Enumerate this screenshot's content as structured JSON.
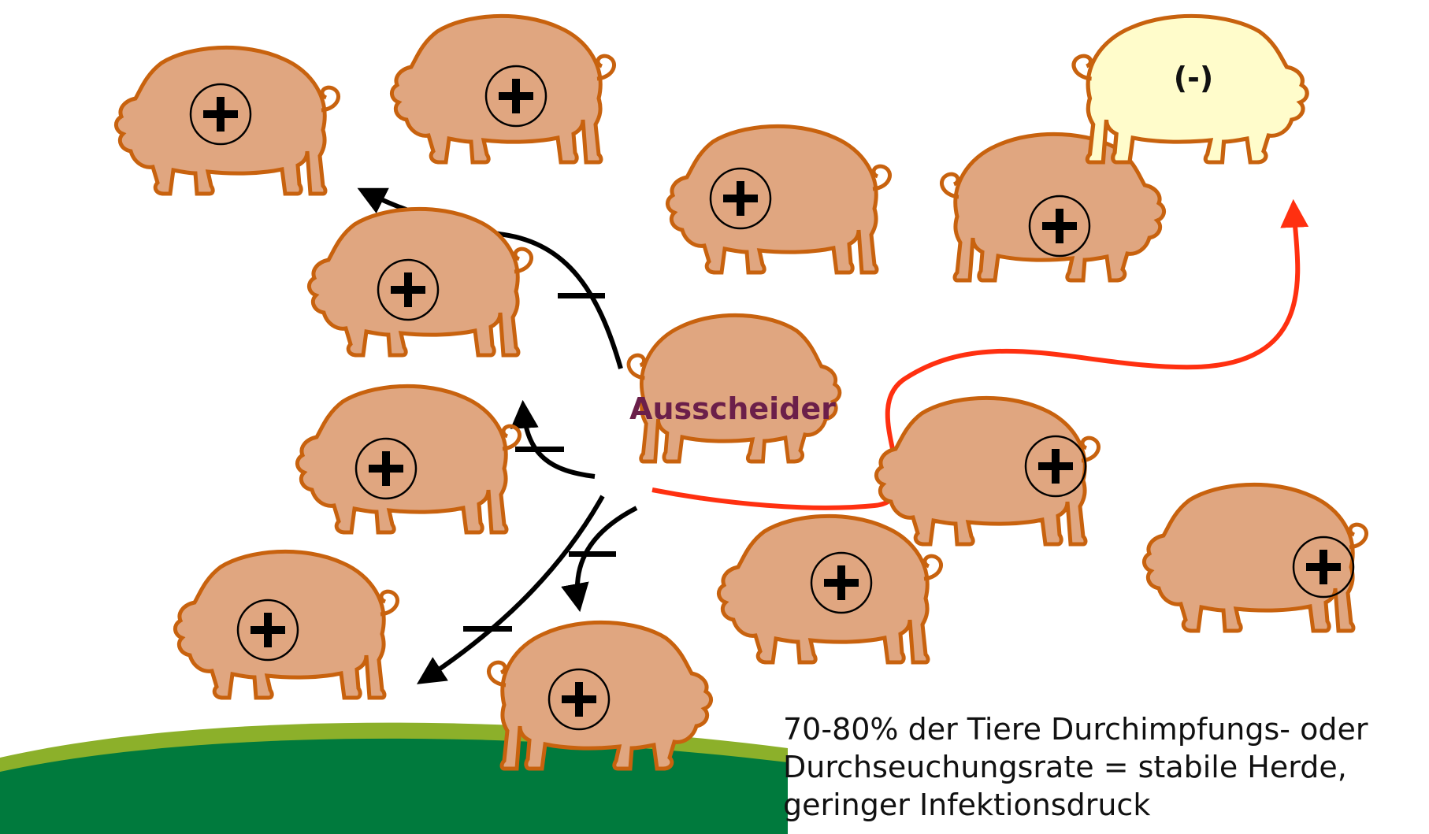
{
  "center_label": "Ausscheider",
  "positive_symbol": "+",
  "negative_label": "(-)",
  "caption": {
    "line1": "70-80% der Tiere Durchimpfungs- oder",
    "line2": "Durchseuchungsrate = stabile Herde,",
    "line3": "geringer Infektionsdruck"
  },
  "colors": {
    "pig_fill": "#E0A680",
    "pig_outline": "#C8620E",
    "negative_pig_fill": "#FFFCCB",
    "center_label": "#6B1F4A",
    "red_arrow": "#FF3010",
    "black_arrow": "#000000",
    "ground_dark": "#007A3D",
    "ground_light": "#8CB02A"
  },
  "icons": {
    "pig": "pig-icon",
    "plus": "plus-circle-icon",
    "block": "blocked-transmission-bar"
  }
}
